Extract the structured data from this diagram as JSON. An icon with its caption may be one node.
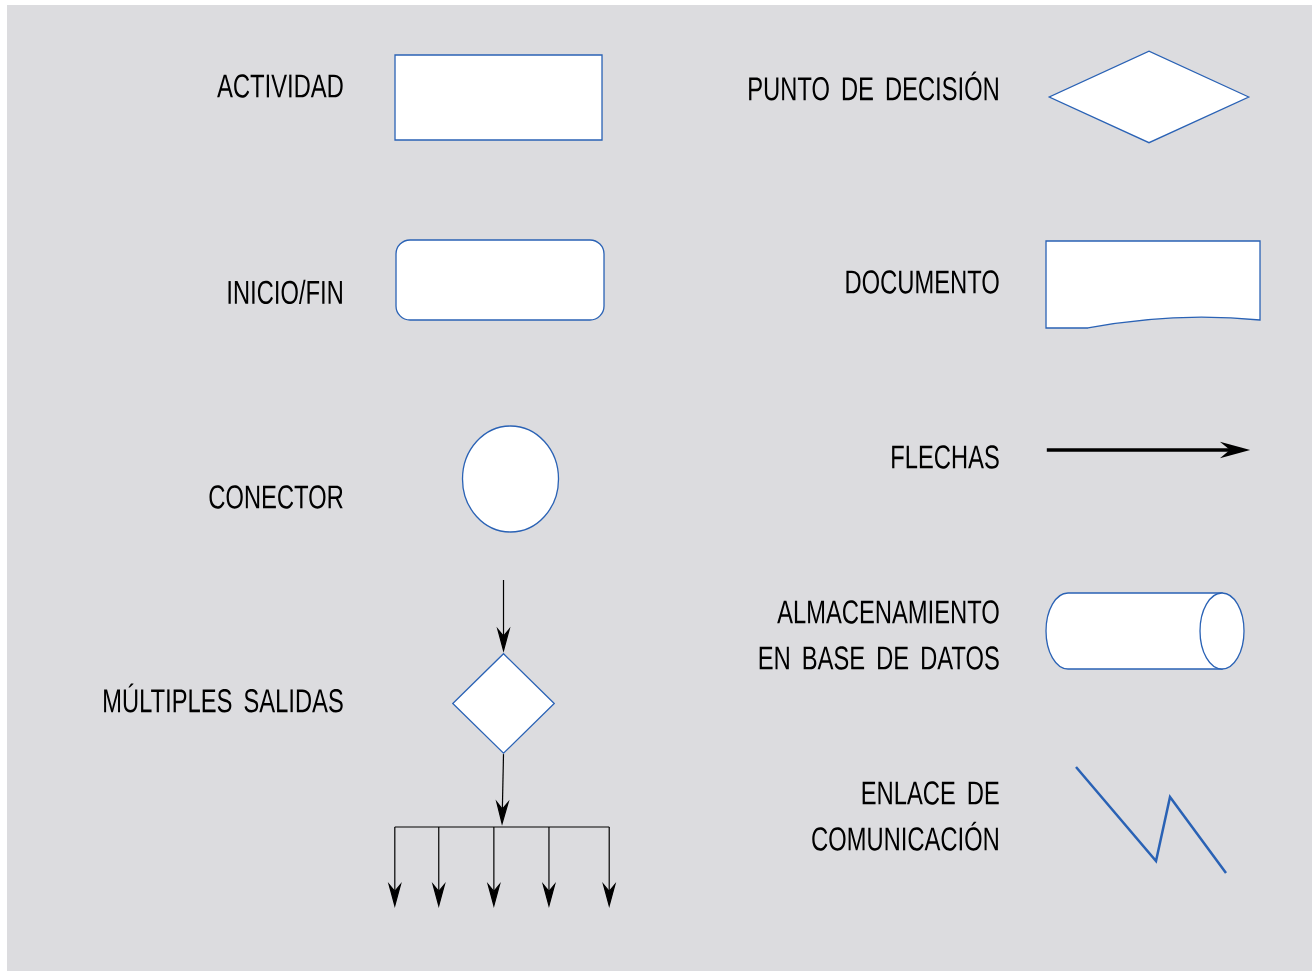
{
  "diagram": {
    "nodes": [
      {
        "text": [],
        "shape": "box",
        "beside": [
          "ACTIVIDAD"
        ]
      },
      {
        "text": [],
        "shape": "diamond",
        "beside": [
          "PUNTO DE DECISIÓN"
        ]
      },
      {
        "text": [],
        "shape": "rounded",
        "beside": [
          "INICIO/FIN"
        ]
      },
      {
        "text": [],
        "shape": "document",
        "beside": [
          "DOCUMENTO"
        ]
      },
      {
        "text": [],
        "shape": "circle",
        "beside": [
          "CONECTOR"
        ]
      },
      {
        "text": [],
        "shape": "arrow",
        "beside": [
          "FLECHAS"
        ]
      },
      {
        "text": [],
        "shape": "cylinder",
        "beside": [
          "ALMACENAMIENTO EN BASE DE DATOS"
        ]
      },
      {
        "text": [],
        "shape": "diamond",
        "beside": [
          "MÚLTIPLES SALIDAS"
        ]
      },
      {
        "text": [],
        "shape": "zigzag",
        "beside": [
          "ENLACE DE COMUNICACIÓN"
        ]
      },
      {
        "text": [],
        "shape": "bar"
      }
    ],
    "edges": [
      {
        "from": null,
        "to": 7,
        "arrow": "to"
      },
      {
        "from": 7,
        "to": 9,
        "arrow": "to"
      },
      {
        "from": 9,
        "to": null,
        "arrow": "to"
      },
      {
        "from": 9,
        "to": null,
        "arrow": "to"
      },
      {
        "from": 9,
        "to": null,
        "arrow": "to"
      },
      {
        "from": 9,
        "to": null,
        "arrow": "to"
      },
      {
        "from": 9,
        "to": null,
        "arrow": "to"
      }
    ]
  }
}
